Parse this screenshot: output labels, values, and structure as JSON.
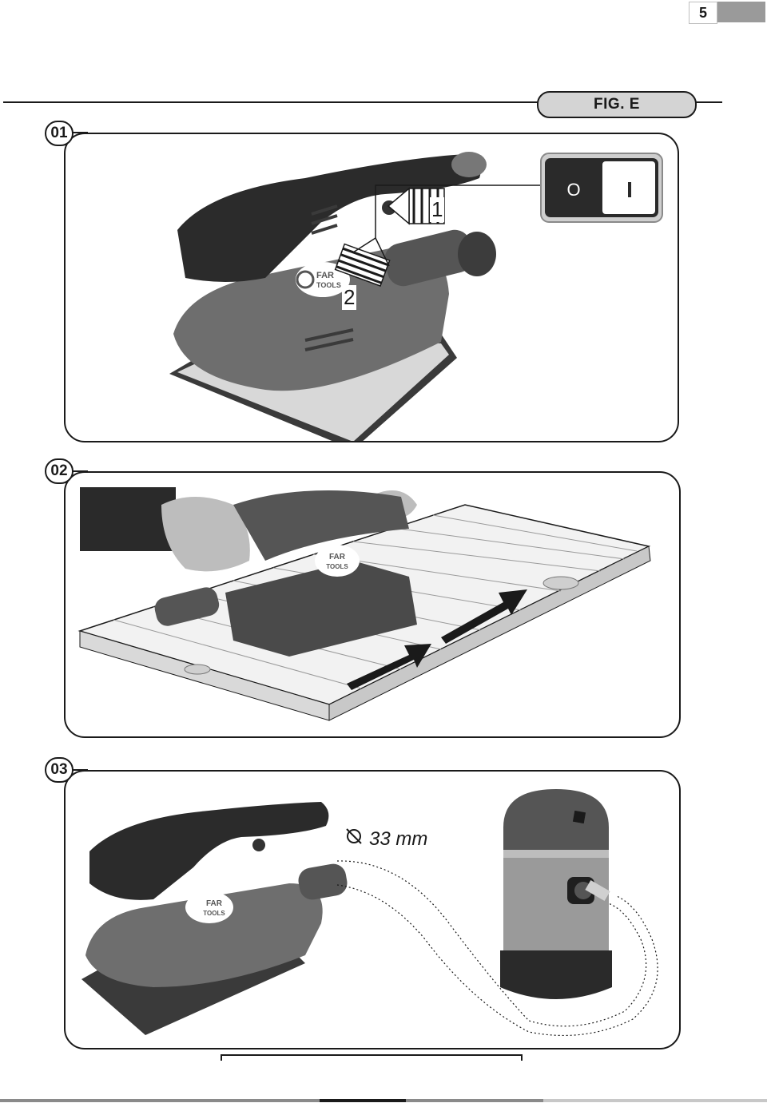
{
  "page": {
    "number": "5"
  },
  "figure": {
    "title": "FIG. E"
  },
  "panels": [
    {
      "badge": "01",
      "callouts": [
        "1",
        "2"
      ],
      "switch": {
        "off_label": "O",
        "on_label": "I"
      }
    },
    {
      "badge": "02"
    },
    {
      "badge": "03",
      "diameter": "33 mm"
    }
  ],
  "brand": {
    "line1": "FAR",
    "line2": "TOOLS"
  },
  "colors": {
    "tool_body": "#6e6e6e",
    "handle": "#2b2b2b",
    "panel_border": "#1a1a1a",
    "tab_fill": "#d4d4d4"
  }
}
